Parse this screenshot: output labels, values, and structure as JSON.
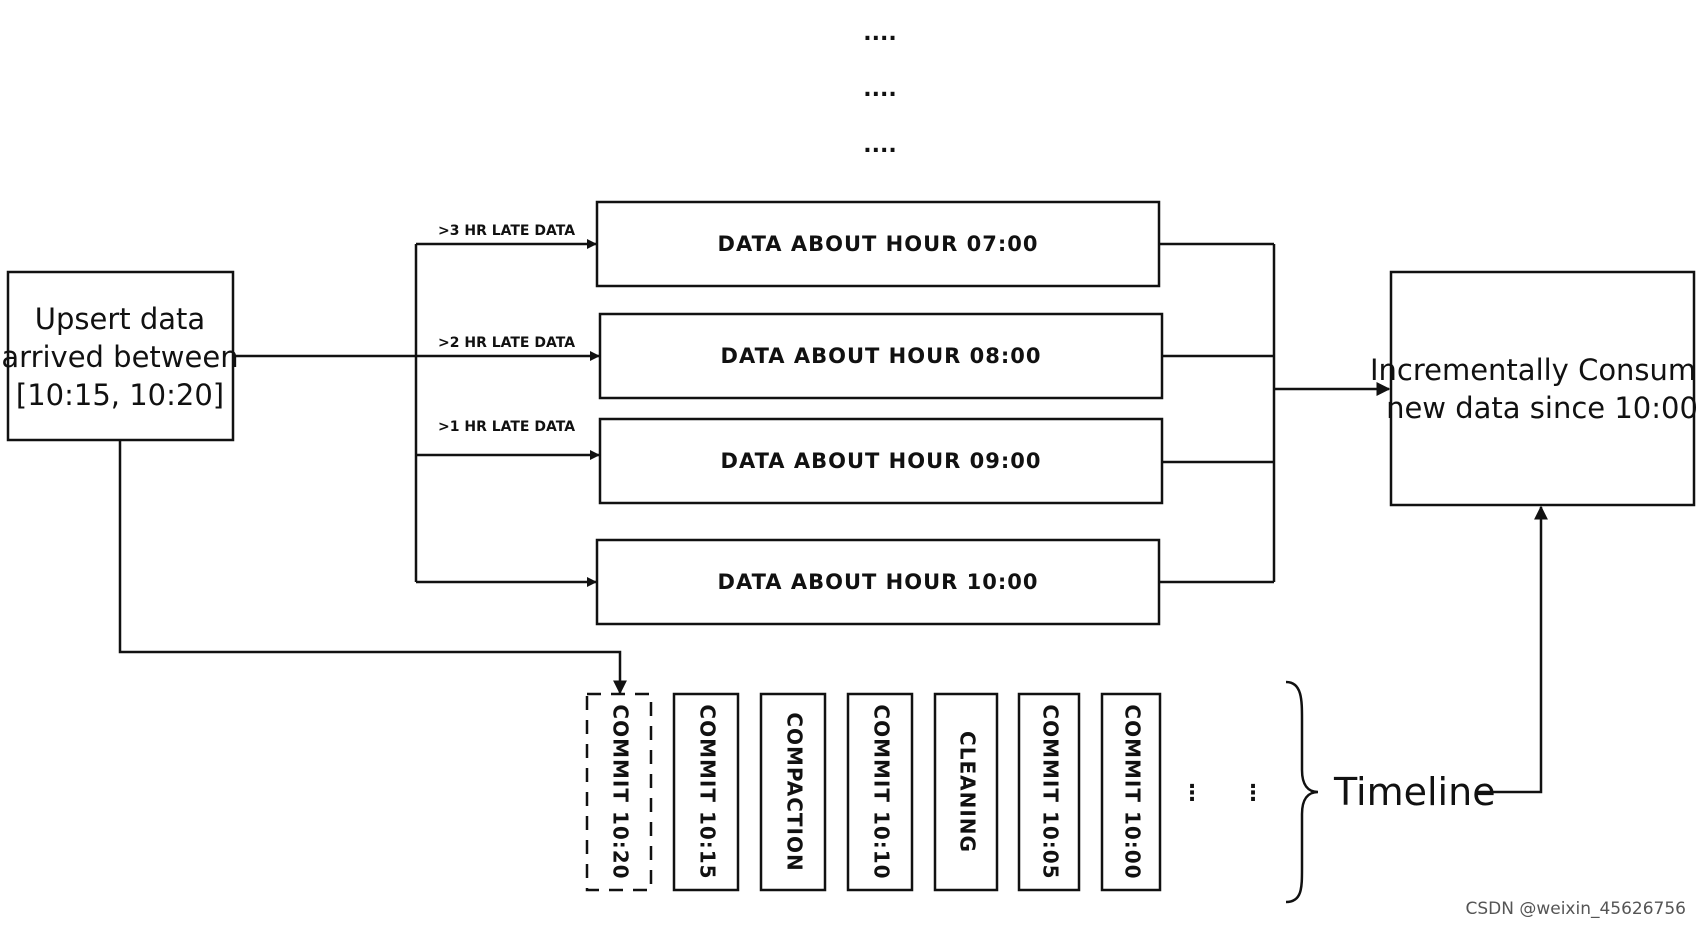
{
  "top_ellipsis": [
    "....",
    "....",
    "...."
  ],
  "source": {
    "lines": [
      "Upsert data",
      "arrived between",
      "[10:15, 10:20]"
    ]
  },
  "edges": [
    {
      "label": ">3 HR LATE DATA"
    },
    {
      "label": ">2 HR LATE DATA"
    },
    {
      "label": ">1 HR LATE DATA"
    }
  ],
  "partitions": [
    {
      "label": "DATA ABOUT HOUR 07:00"
    },
    {
      "label": "DATA ABOUT HOUR 08:00"
    },
    {
      "label": "DATA ABOUT HOUR 09:00"
    },
    {
      "label": "DATA ABOUT HOUR 10:00"
    }
  ],
  "consumer": {
    "lines": [
      "Incrementally Consume",
      "new data since 10:00"
    ]
  },
  "timeline": {
    "label": "Timeline",
    "instants": [
      {
        "label": "COMMIT 10:20",
        "style": "dashed"
      },
      {
        "label": "COMMIT 10:15",
        "style": "solid"
      },
      {
        "label": "COMPACTION",
        "style": "solid"
      },
      {
        "label": "COMMIT 10:10",
        "style": "solid"
      },
      {
        "label": "CLEANING",
        "style": "solid"
      },
      {
        "label": "COMMIT 10:05",
        "style": "solid"
      },
      {
        "label": "COMMIT 10:00",
        "style": "solid"
      }
    ],
    "trailing_ellipsis": [
      "⋮",
      "⋮"
    ]
  },
  "watermark": "CSDN @weixin_45626756"
}
